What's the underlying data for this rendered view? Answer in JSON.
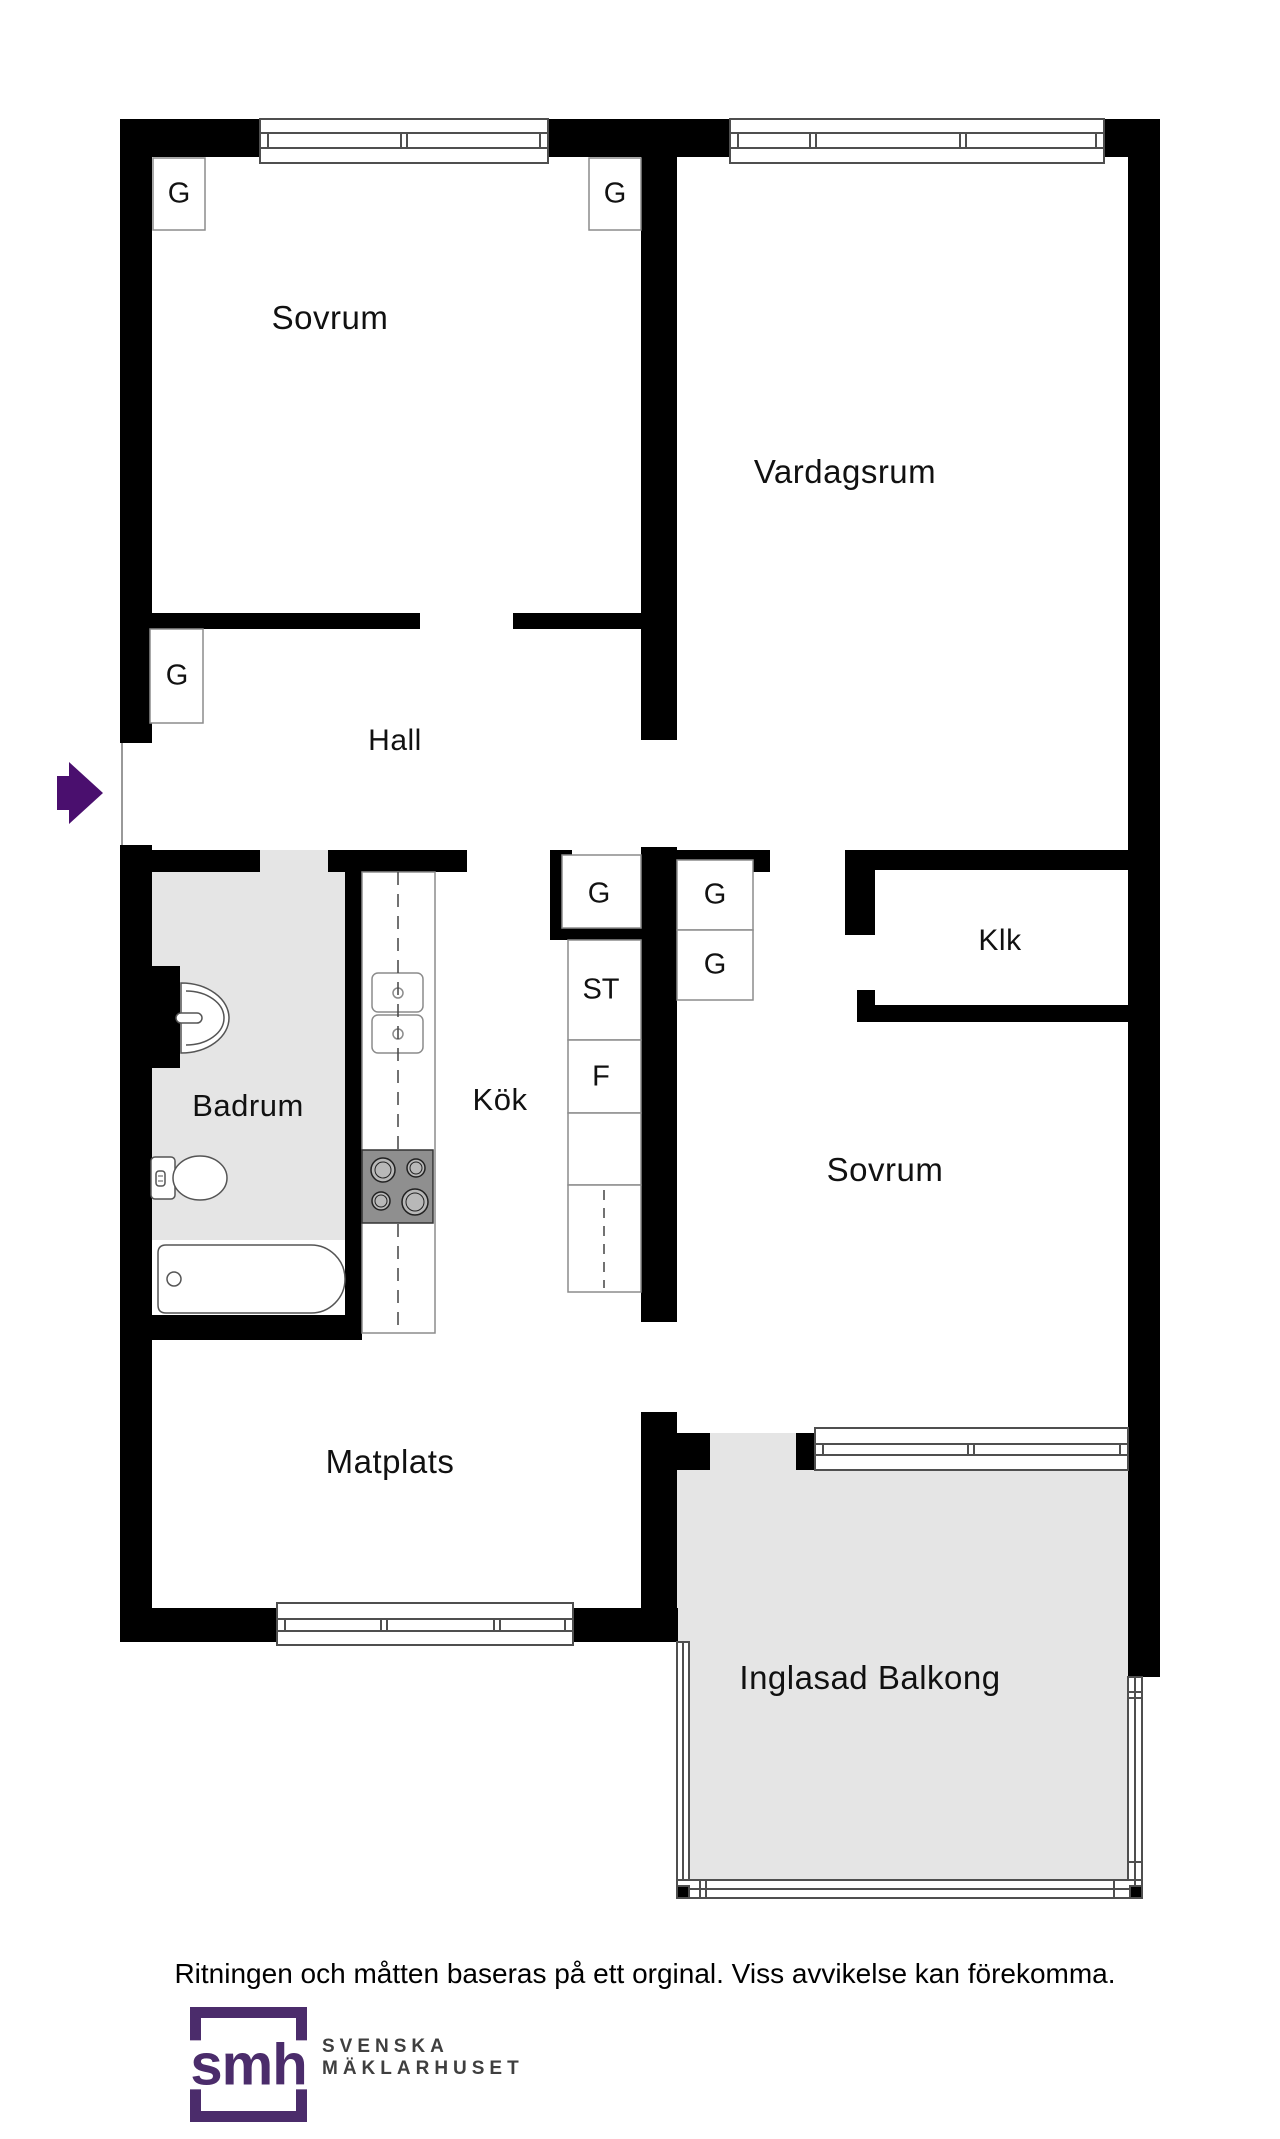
{
  "colors": {
    "wall_black": "#000000",
    "room_fill_gray": "#e5e5e5",
    "entrance_arrow_purple": "#4a0f6e",
    "logo_purple": "#4b2c6b",
    "thin_line_gray": "#8c8c8c",
    "frame_line_gray": "#4f4f4f"
  },
  "rooms": {
    "sovrum1": {
      "label": "Sovrum"
    },
    "vardagsrum": {
      "label": "Vardagsrum"
    },
    "hall": {
      "label": "Hall"
    },
    "badrum": {
      "label": "Badrum"
    },
    "kok": {
      "label": "Kök"
    },
    "klk": {
      "label": "Klk"
    },
    "sovrum2": {
      "label": "Sovrum"
    },
    "matplats": {
      "label": "Matplats"
    },
    "balkong": {
      "label": "Inglasad Balkong"
    }
  },
  "closets": {
    "garderob": "G",
    "stad": "ST",
    "frys": "F"
  },
  "icons": {
    "entrance_arrow": "entrance-arrow-icon"
  },
  "footer": {
    "disclaimer": "Ritningen och måtten baseras på ett orginal. Viss avvikelse kan förekomma."
  },
  "logo": {
    "mark": "smh",
    "line1": "SVENSKA",
    "line2": "MÄKLARHUSET"
  }
}
